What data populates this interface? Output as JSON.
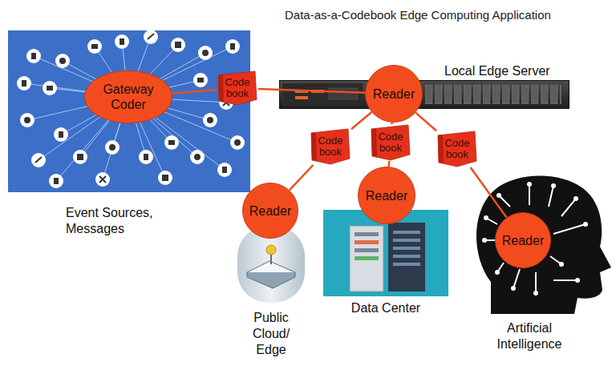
{
  "diagram": {
    "title": "Data-as-a-Codebook Edge Computing Application",
    "nodes": [
      {
        "text": [
          "Event Sources, Messages"
        ]
      },
      {
        "text": [
          "Gateway Coder"
        ],
        "in": 0
      },
      {
        "text": [
          "Code book"
        ]
      },
      {
        "text": [
          "Local Edge Server"
        ]
      },
      {
        "text": [
          "Reader"
        ],
        "in": 3
      },
      {
        "text": [
          "Code book"
        ]
      },
      {
        "text": [
          "Code book"
        ]
      },
      {
        "text": [
          "Code book"
        ]
      },
      {
        "text": [
          "Public Cloud/ Edge"
        ]
      },
      {
        "text": [
          "Reader"
        ],
        "in": 8
      },
      {
        "text": [
          "Data Center"
        ]
      },
      {
        "text": [
          "Reader"
        ],
        "in": 10
      },
      {
        "text": [
          "Artificial Intelligence"
        ]
      },
      {
        "text": [
          "Reader"
        ],
        "in": 12
      }
    ],
    "edges": [
      {
        "from": 1,
        "to": 2,
        "arrow": "none"
      },
      {
        "from": 2,
        "to": 4,
        "arrow": "none"
      },
      {
        "from": 4,
        "to": 5,
        "arrow": "none"
      },
      {
        "from": 5,
        "to": 9,
        "arrow": "none"
      },
      {
        "from": 4,
        "to": 6,
        "arrow": "none"
      },
      {
        "from": 6,
        "to": 11,
        "arrow": "none"
      },
      {
        "from": 4,
        "to": 7,
        "arrow": "none"
      },
      {
        "from": 7,
        "to": 13,
        "arrow": "none"
      }
    ]
  }
}
